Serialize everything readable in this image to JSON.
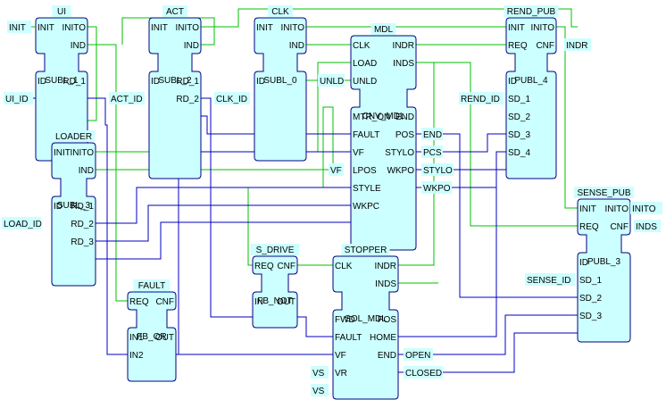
{
  "colors": {
    "block_fill": "#ccffff",
    "block_stroke": "#000080",
    "event_wire": "#00c000",
    "data_wire": "#0000c0",
    "label_bg": "#ccffff"
  },
  "blocks": [
    {
      "id": "UI",
      "instance": "UI",
      "type": "SUBL_1",
      "ev_in": [
        "INIT"
      ],
      "ev_out": [
        "INITO",
        "IND"
      ],
      "data_in": [
        "ID"
      ],
      "data_out": [
        "RD_1"
      ]
    },
    {
      "id": "ACT",
      "instance": "ACT",
      "type": "SUBL_2",
      "ev_in": [
        "INIT"
      ],
      "ev_out": [
        "INITO",
        "IND"
      ],
      "data_in": [
        "ID"
      ],
      "data_out": [
        "RD_1",
        "RD_2"
      ]
    },
    {
      "id": "CLK",
      "instance": "CLK",
      "type": "SUBL_0",
      "ev_in": [
        "INIT"
      ],
      "ev_out": [
        "INITO",
        "IND"
      ],
      "data_in": [
        "ID"
      ],
      "data_out": []
    },
    {
      "id": "MDL",
      "instance": "MDL",
      "type": "CNV_MDL",
      "ev_in": [
        "CLK",
        "LOAD",
        "UNLD"
      ],
      "ev_out": [
        "INDR",
        "INDS"
      ],
      "data_in": [
        "MTR_ON",
        "FAULT",
        "VF",
        "LPOS",
        "STYLE",
        "WKPC"
      ],
      "data_out": [
        "END",
        "POS",
        "STYLO",
        "WKPO"
      ]
    },
    {
      "id": "REND_PUB",
      "instance": "REND_PUB",
      "type": "PUBL_4",
      "ev_in": [
        "INIT",
        "REQ"
      ],
      "ev_out": [
        "INITO",
        "CNF"
      ],
      "data_in": [
        "ID",
        "SD_1",
        "SD_2",
        "SD_3",
        "SD_4"
      ],
      "data_out": []
    },
    {
      "id": "LOADER",
      "instance": "LOADER",
      "type": "SUBL_3",
      "ev_in": [
        "INIT"
      ],
      "ev_out": [
        "INITO",
        "IND"
      ],
      "data_in": [
        "ID"
      ],
      "data_out": [
        "RD_1",
        "RD_2",
        "RD_3"
      ]
    },
    {
      "id": "SENSE_PUB",
      "instance": "SENSE_PUB",
      "type": "PUBL_3",
      "ev_in": [
        "INIT",
        "REQ"
      ],
      "ev_out": [
        "INITO",
        "CNF"
      ],
      "data_in": [
        "ID",
        "SD_1",
        "SD_2",
        "SD_3"
      ],
      "data_out": []
    },
    {
      "id": "S_DRIVE",
      "instance": "S_DRIVE",
      "type": "FB_NOT",
      "ev_in": [
        "REQ"
      ],
      "ev_out": [
        "CNF"
      ],
      "data_in": [
        "IN"
      ],
      "data_out": [
        "OUT"
      ]
    },
    {
      "id": "STOPPER",
      "instance": "STOPPER",
      "type": "SOL_MDL",
      "ev_in": [
        "CLK"
      ],
      "ev_out": [
        "INDR",
        "INDS"
      ],
      "data_in": [
        "FWD",
        "FAULT",
        "VF",
        "VR"
      ],
      "data_out": [
        "POS",
        "HOME",
        "END"
      ]
    },
    {
      "id": "FAULT",
      "instance": "FAULT",
      "type": "FB_OR",
      "ev_in": [
        "REQ"
      ],
      "ev_out": [
        "CNF"
      ],
      "data_in": [
        "IN1",
        "IN2"
      ],
      "data_out": [
        "OUT"
      ]
    }
  ],
  "labels": {
    "init": "INIT",
    "ui_id": "UI_ID",
    "act_id": "ACT_ID",
    "clk_id": "CLK_ID",
    "unld": "UNLD",
    "rend_id": "REND_ID",
    "indr": "INDR",
    "load_id": "LOAD_ID",
    "inito": "INITO",
    "inds": "INDS",
    "sense_id": "SENSE_ID",
    "mdl_end": "END",
    "mdl_pcs": "PCS",
    "mdl_stylo": "STYLO",
    "mdl_wkpo": "WKPO",
    "vf": "VF",
    "vs1": "VS",
    "vs2": "VS",
    "open": "OPEN",
    "closed": "CLOSED"
  }
}
